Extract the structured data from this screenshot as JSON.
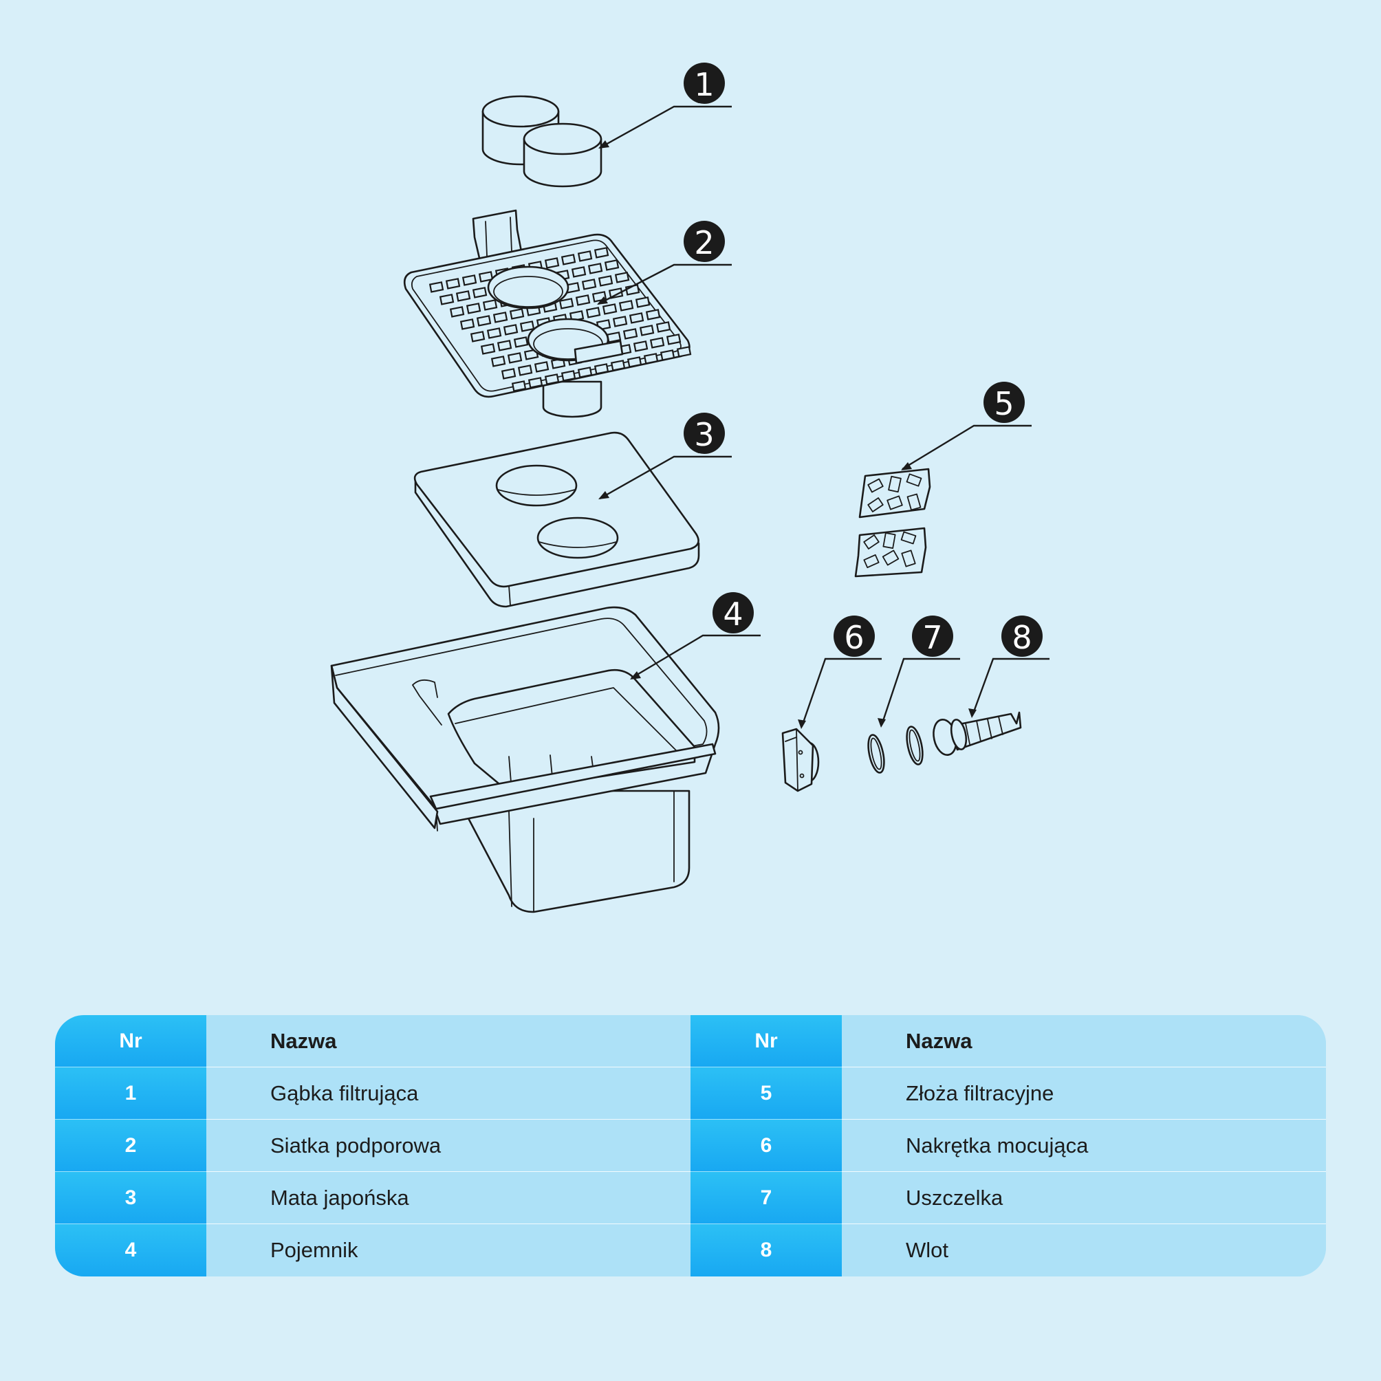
{
  "parts": [
    {
      "nr": "1",
      "name": "Gąbka filtrująca"
    },
    {
      "nr": "2",
      "name": "Siatka podporowa"
    },
    {
      "nr": "3",
      "name": "Mata japońska"
    },
    {
      "nr": "4",
      "name": "Pojemnik"
    },
    {
      "nr": "5",
      "name": "Złoża filtracyjne"
    },
    {
      "nr": "6",
      "name": "Nakrętka mocująca"
    },
    {
      "nr": "7",
      "name": "Uszczelka"
    },
    {
      "nr": "8",
      "name": "Wlot"
    }
  ],
  "table": {
    "header_nr": "Nr",
    "header_name": "Nazwa"
  },
  "colors": {
    "background": "#d8eff9",
    "table_accent": "#18a8f2",
    "table_body": "#ade1f7",
    "line": "#1b1b1b"
  }
}
